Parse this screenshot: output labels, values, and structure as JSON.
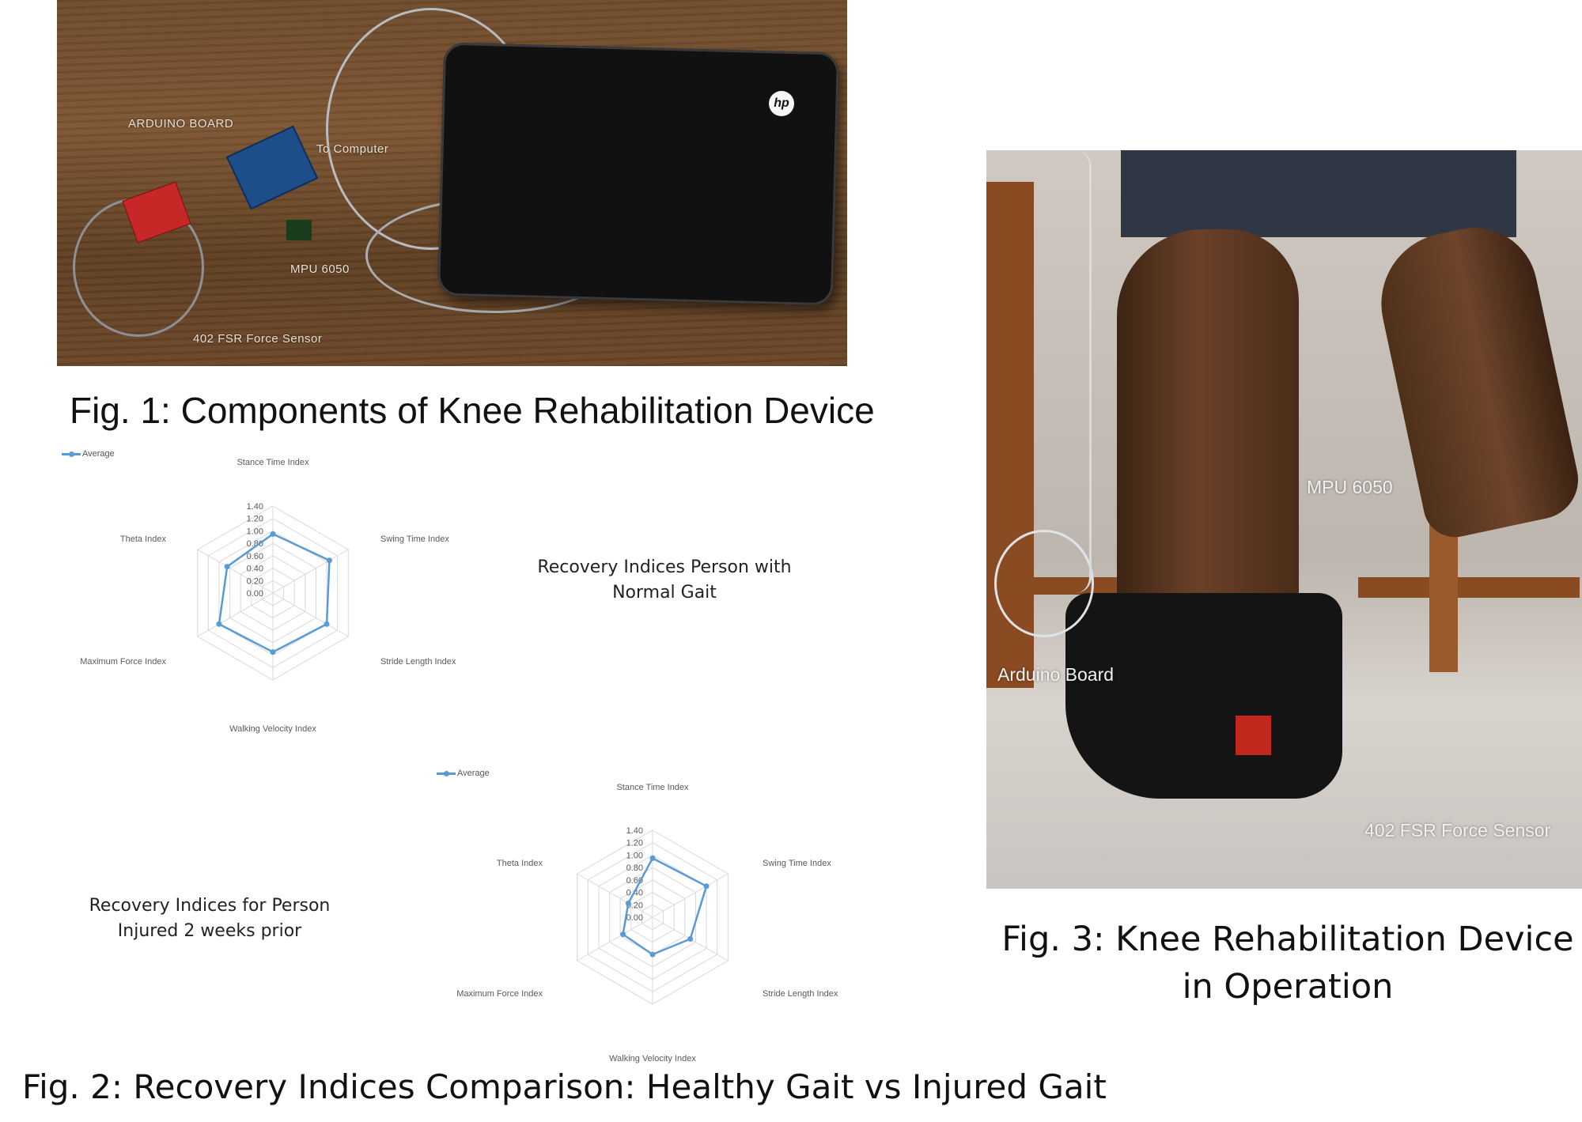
{
  "figure1": {
    "caption": "Fig. 1: Components of Knee Rehabilitation Device",
    "photo_labels": {
      "arduino": "ARDUINO BOARD",
      "computer": "To Computer",
      "mpu": "MPU 6050",
      "fsr": "402 FSR Force Sensor"
    }
  },
  "figure2": {
    "caption": "Fig. 2: Recovery Indices Comparison: Healthy Gait vs Injured Gait",
    "chart_titles": {
      "normal": "Recovery Indices Person with Normal Gait",
      "injured": "Recovery Indices for Person Injured 2 weeks prior"
    }
  },
  "figure3": {
    "caption": "Fig. 3: Knee Rehabilitation Device in Operation",
    "photo_labels": {
      "mpu": "MPU 6050",
      "arduino": "Arduino Board",
      "fsr": "402 FSR Force Sensor"
    }
  },
  "colors": {
    "series": "#5b9bd5",
    "grid": "#d9d9d9",
    "axis_text": "#595959"
  },
  "chart_data": [
    {
      "type": "radar",
      "title": "Recovery Indices Person with Normal Gait",
      "categories": [
        "Stance Time Index",
        "Swing Time Index",
        "Stride Length Index",
        "Walking Velocity Index",
        "Maximum Force Index",
        "Theta Index"
      ],
      "series": [
        {
          "name": "Average",
          "values": [
            0.95,
            1.05,
            1.0,
            0.95,
            1.0,
            0.85
          ]
        }
      ],
      "rlim": [
        0,
        1.4
      ],
      "ticks": [
        "0.00",
        "0.20",
        "0.40",
        "0.60",
        "0.80",
        "1.00",
        "1.20",
        "1.40"
      ],
      "legend": "top-left"
    },
    {
      "type": "radar",
      "title": "Recovery Indices for Person Injured 2 weeks prior",
      "categories": [
        "Stance Time Index",
        "Swing Time Index",
        "Stride Length Index",
        "Walking Velocity Index",
        "Maximum Force Index",
        "Theta Index"
      ],
      "series": [
        {
          "name": "Average",
          "values": [
            0.95,
            1.0,
            0.7,
            0.6,
            0.55,
            0.45
          ]
        }
      ],
      "rlim": [
        0,
        1.4
      ],
      "ticks": [
        "0.00",
        "0.20",
        "0.40",
        "0.60",
        "0.80",
        "1.00",
        "1.20",
        "1.40"
      ],
      "legend": "top-left"
    }
  ]
}
